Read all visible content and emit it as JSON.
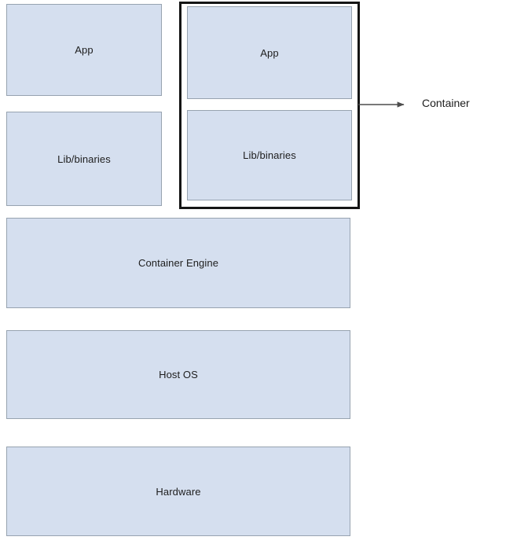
{
  "diagram": {
    "title": "Container architecture stack",
    "background_color": "#ffffff",
    "box_fill_color": "#d5dfef",
    "box_border_color": "#97a3b0",
    "container_border_color": "#151515",
    "text_color": "#1d1d1d",
    "arrow_color": "#4d4d4d"
  },
  "left_stack": {
    "app": {
      "label": "App"
    },
    "lib": {
      "label": "Lib/binaries"
    }
  },
  "container": {
    "app": {
      "label": "App"
    },
    "lib": {
      "label": "Lib/binaries"
    },
    "callout": {
      "label": "Container",
      "arrow_icon": "arrow-right-icon"
    }
  },
  "layers": {
    "engine": {
      "label": "Container Engine"
    },
    "host_os": {
      "label": "Host OS"
    },
    "hardware": {
      "label": "Hardware"
    }
  }
}
